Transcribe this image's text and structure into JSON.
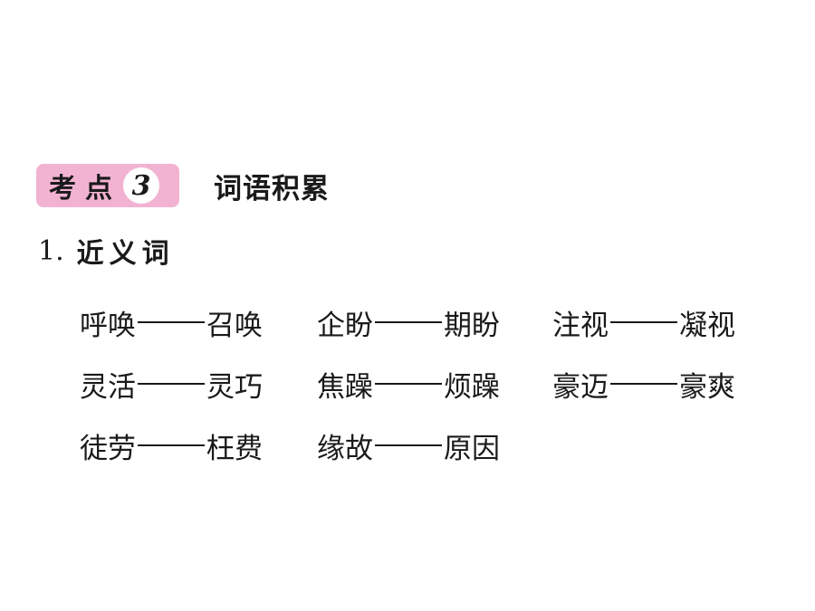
{
  "header": {
    "badge_label": "考点",
    "badge_number": "3",
    "title": "词语积累"
  },
  "subhead": {
    "number": "1.",
    "title": "近义词"
  },
  "rows": [
    [
      {
        "a": "呼唤",
        "b": "召唤"
      },
      {
        "a": "企盼",
        "b": "期盼"
      },
      {
        "a": "注视",
        "b": "凝视"
      }
    ],
    [
      {
        "a": "灵活",
        "b": "灵巧"
      },
      {
        "a": "焦躁",
        "b": "烦躁"
      },
      {
        "a": "豪迈",
        "b": "豪爽"
      }
    ],
    [
      {
        "a": "徒劳",
        "b": "枉费"
      },
      {
        "a": "缘故",
        "b": "原因"
      }
    ]
  ]
}
